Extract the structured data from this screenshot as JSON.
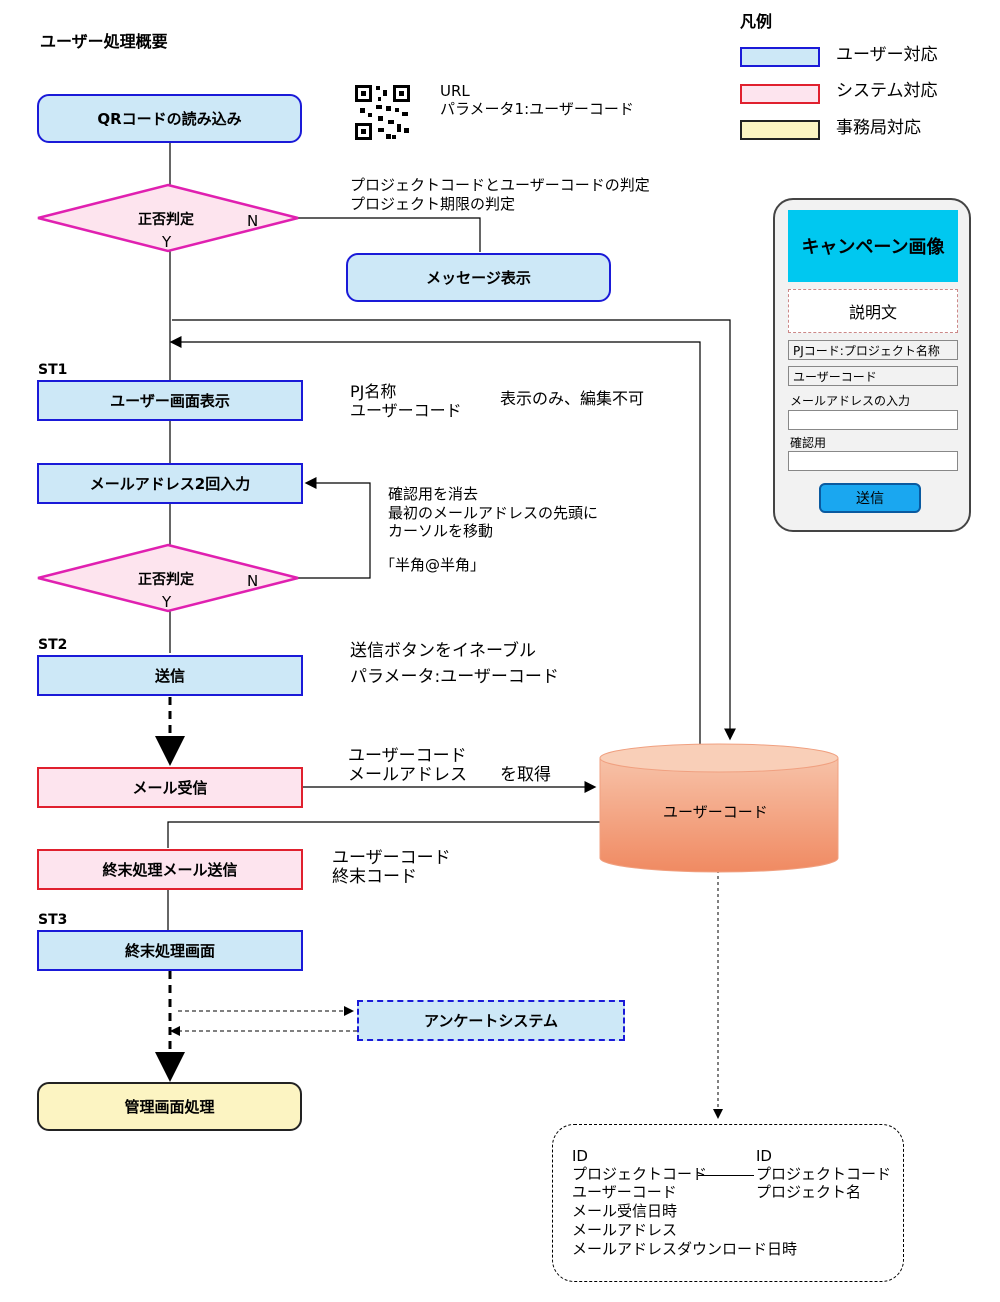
{
  "title": "ユーザー処理概要",
  "legend": {
    "title": "凡例",
    "items": [
      {
        "label": "ユーザー対応",
        "fill": "#cde8f7",
        "border": "#1a1ad8"
      },
      {
        "label": "システム対応",
        "fill": "#fde4ee",
        "border": "#e0202e"
      },
      {
        "label": "事務局対応",
        "fill": "#fcf4c2",
        "border": "#222222"
      }
    ]
  },
  "qr_note": {
    "line1": "URL",
    "line2": "パラメータ1:ユーザーコード"
  },
  "nodes": {
    "qr": "QRコードの読み込み",
    "judge1": "正否判定",
    "message": "メッセージ表示",
    "screen": "ユーザー画面表示",
    "email_input": "メールアドレス2回入力",
    "judge2": "正否判定",
    "send": "送信",
    "mail_recv": "メール受信",
    "end_mail": "終末処理メール送信",
    "end_screen": "終末処理画面",
    "survey": "アンケートシステム",
    "admin": "管理画面処理",
    "db": "ユーザーコード"
  },
  "yn": {
    "y1": "Y",
    "n1": "N",
    "y2": "Y",
    "n2": "N"
  },
  "steps": {
    "st1": "ST1",
    "st2": "ST2",
    "st3": "ST3"
  },
  "notes": {
    "judge1_a": "プロジェクトコードとユーザーコードの判定",
    "judge1_b": "プロジェクト期限の判定",
    "screen_a": "PJ名称",
    "screen_b": "ユーザーコード",
    "screen_c": "表示のみ、編集不可",
    "judge2_a": "確認用を消去",
    "judge2_b": "最初のメールアドレスの先頭に",
    "judge2_c": "カーソルを移動",
    "judge2_d": "「半角@半角」",
    "send_a": "送信ボタンをイネーブル",
    "send_b": "パラメータ:ユーザーコード",
    "recv_a": "ユーザーコード",
    "recv_b": "メールアドレス",
    "recv_c": "を取得",
    "end_a": "ユーザーコード",
    "end_b": "終末コード"
  },
  "phone": {
    "image_label": "キャンペーン画像",
    "description": "説明文",
    "pj_field": "PJコード:プロジェクト名称",
    "user_field": "ユーザーコード",
    "email_label": "メールアドレスの入力",
    "confirm_label": "確認用",
    "submit": "送信"
  },
  "table": {
    "left": [
      "ID",
      "プロジェクトコード",
      "ユーザーコード",
      "メール受信日時",
      "メールアドレス",
      "メールアドレスダウンロード日時"
    ],
    "right": [
      "ID",
      "プロジェクトコード",
      "プロジェクト名"
    ]
  },
  "colors": {
    "user": "#cde8f7",
    "system": "#fde4ee",
    "office": "#fcf4c2",
    "diamond_border": "#e020b0",
    "diamond_fill": "#fde4ee",
    "db_top": "#f5b89a",
    "db_bottom": "#f08a62",
    "phone_image": "#00c8f0",
    "submit": "#1aa7f0"
  }
}
